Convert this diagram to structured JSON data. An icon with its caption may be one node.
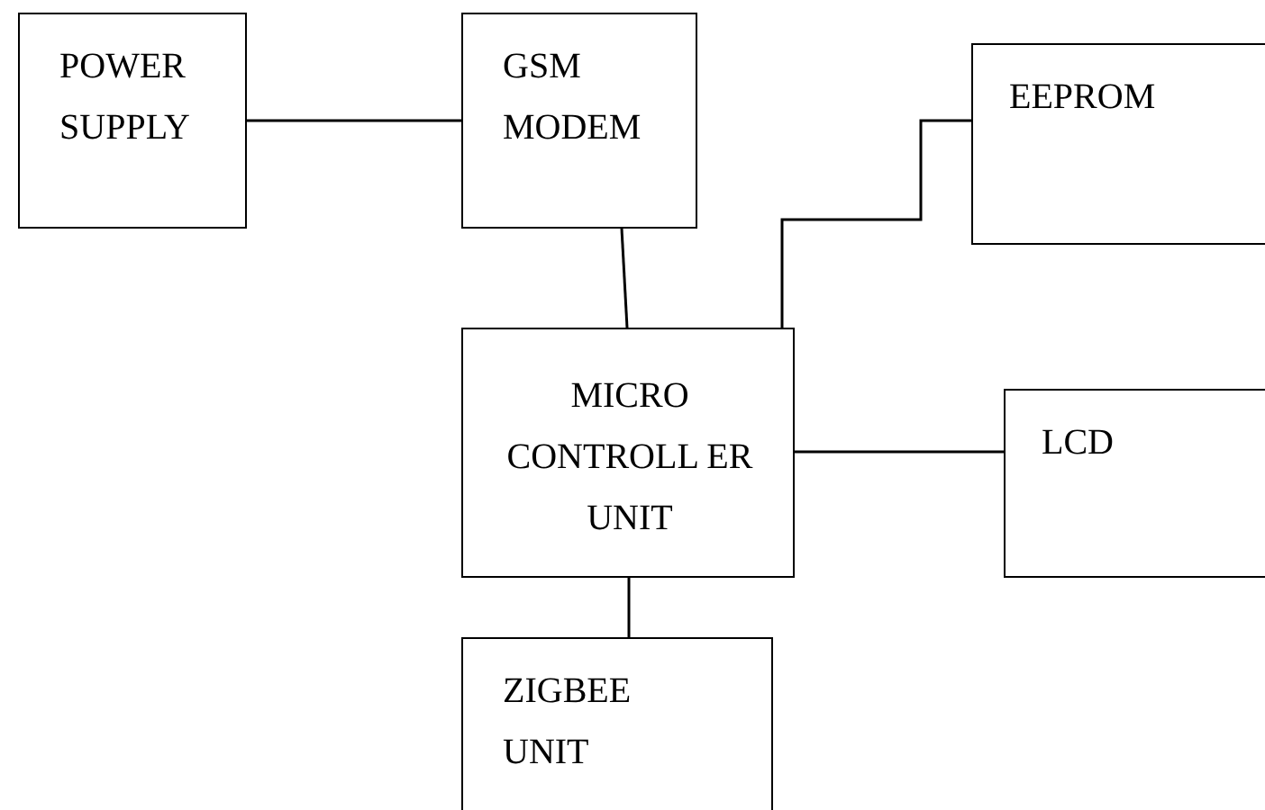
{
  "diagram": {
    "nodes": [
      {
        "text": [
          "POWER SUPPLY"
        ]
      },
      {
        "text": [
          "GSM MODEM"
        ]
      },
      {
        "text": [
          "EEPROM"
        ]
      },
      {
        "text": [
          "MICRO CONTROLL ER UNIT"
        ]
      },
      {
        "text": [
          "LCD"
        ]
      },
      {
        "text": [
          "ZIGBEE UNIT"
        ]
      }
    ],
    "edges": [
      {
        "from": 0,
        "to": 1,
        "arrow": "none"
      },
      {
        "from": 1,
        "to": 3,
        "arrow": "none"
      },
      {
        "from": 2,
        "to": 3,
        "arrow": "none"
      },
      {
        "from": 3,
        "to": 4,
        "arrow": "none"
      },
      {
        "from": 3,
        "to": 5,
        "arrow": "none"
      }
    ]
  }
}
